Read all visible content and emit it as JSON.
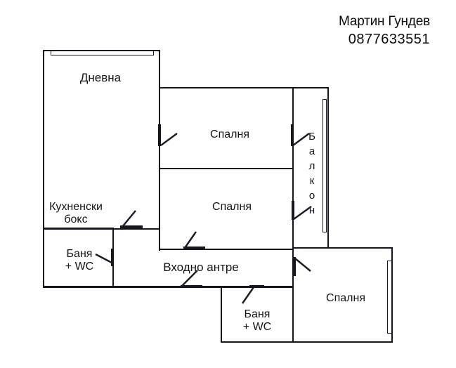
{
  "header": {
    "agent_name": "Мартин Гундев",
    "agent_phone": "0877633551"
  },
  "floor_plan": {
    "rooms": {
      "living": "Дневна",
      "bedroom_top": "Спалня",
      "bedroom_middle": "Спалня",
      "bedroom_right": "Спалня",
      "kitchen_line1": "Кухненски",
      "kitchen_line2": "бокс",
      "bath_left_line1": "Баня",
      "bath_left_line2": "+ WC",
      "bath_bottom_line1": "Баня",
      "bath_bottom_line2": "+ WC",
      "hall": "Входно антре",
      "balcony": "Балкон"
    },
    "colors": {
      "wall": "#16161f",
      "text": "#151515",
      "background": "#ffffff"
    }
  }
}
